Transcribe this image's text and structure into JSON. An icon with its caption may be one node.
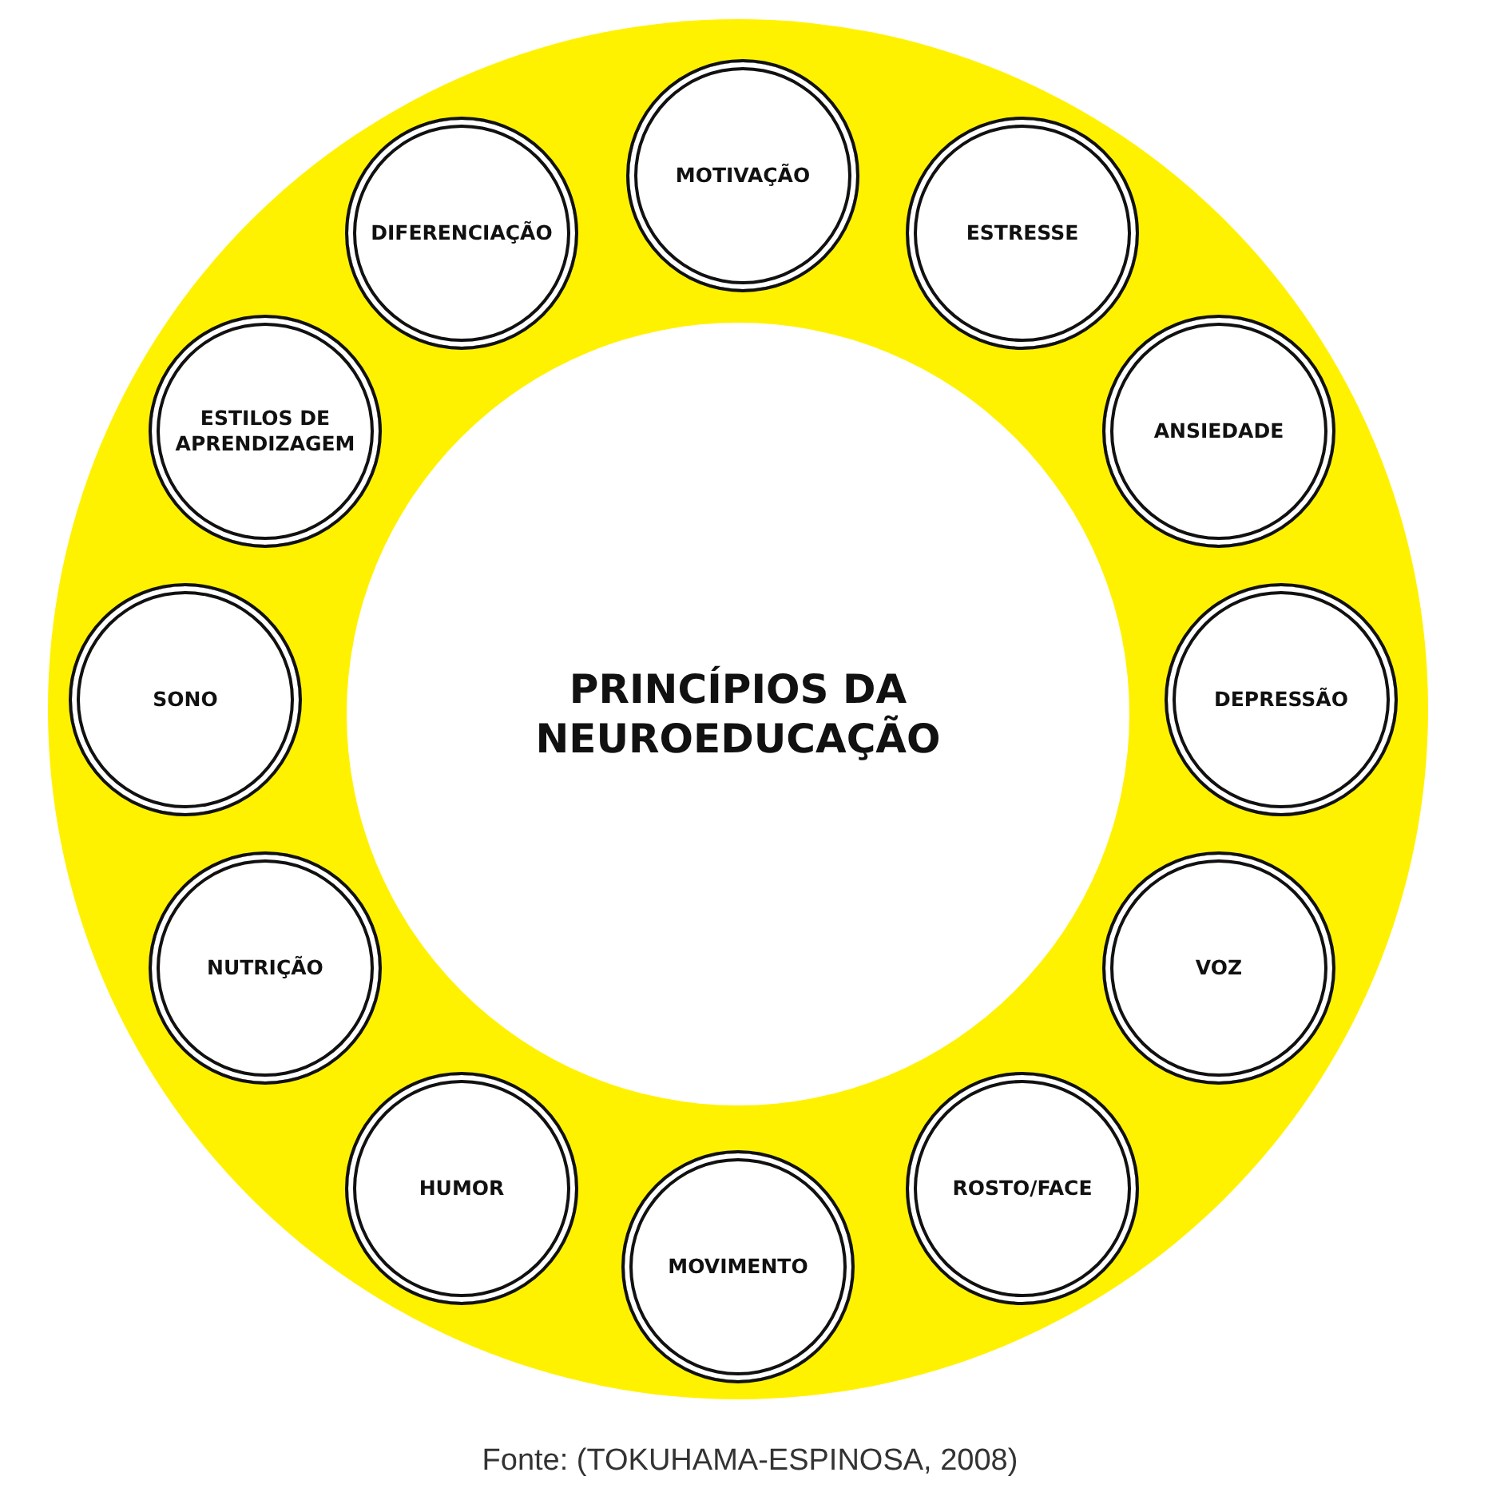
{
  "diagram": {
    "caption": "Fonte: (TOKUHAMA-ESPINOSA, 2008)",
    "nodes": [
      {
        "text": [],
        "shape": "circle"
      },
      {
        "text": [
          "PRINCÍPIOS DA NEUROEDUCAÇÃO"
        ],
        "in": 0
      },
      {
        "text": [
          "MOTIVAÇÃO"
        ],
        "in": 0
      },
      {
        "text": [
          "ESTRESSE"
        ],
        "in": 0
      },
      {
        "text": [
          "ANSIEDADE"
        ],
        "in": 0
      },
      {
        "text": [
          "DEPRESSÃO"
        ],
        "in": 0
      },
      {
        "text": [
          "VOZ"
        ],
        "in": 0
      },
      {
        "text": [
          "ROSTO/FACE"
        ],
        "in": 0
      },
      {
        "text": [
          "MOVIMENTO"
        ],
        "in": 0
      },
      {
        "text": [
          "HUMOR"
        ],
        "in": 0
      },
      {
        "text": [
          "NUTRIÇÃO"
        ],
        "in": 0
      },
      {
        "text": [
          "SONO"
        ],
        "in": 0
      },
      {
        "text": [
          "ESTILOS DE APRENDIZAGEM"
        ],
        "in": 0
      },
      {
        "text": [
          "DIFERENCIAÇÃO"
        ],
        "in": 0
      }
    ],
    "edges": []
  }
}
